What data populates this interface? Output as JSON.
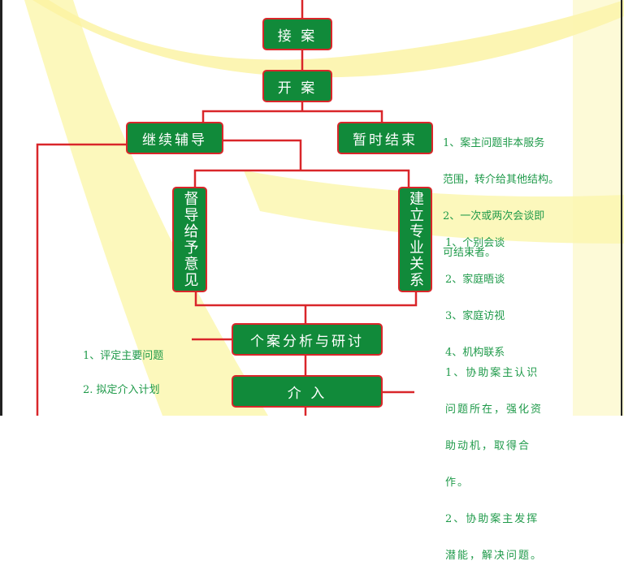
{
  "colors": {
    "box_fill": "#118a3a",
    "line": "#d9262a",
    "note_text": "#1f9a4a",
    "ribbon": "#fbf5a0"
  },
  "nodes": {
    "receive": "接 案",
    "open": "开 案",
    "continue": "继续辅导",
    "pause_end": "暂时结束",
    "supervise": "督导给予意见",
    "relation": "建立专业关系",
    "analysis": "个案分析与研讨",
    "intervene": "介 入"
  },
  "notes": {
    "pause_end": [
      "1、案主问题非本服务",
      "范围，转介给其他结构。",
      "2、一次或两次会谈即",
      "可结束者。"
    ],
    "relation": [
      "1、个别会谈",
      "2、家庭晤谈",
      "3、家庭访视",
      "4、机构联系"
    ],
    "analysis": [
      "1、评定主要问题",
      "2. 拟定介入计划"
    ],
    "intervene": [
      "1、协助案主认识",
      "问题所在，强化资",
      "助动机，取得合",
      "作。",
      "2、协助案主发挥",
      "潜能，解决问题。"
    ]
  }
}
